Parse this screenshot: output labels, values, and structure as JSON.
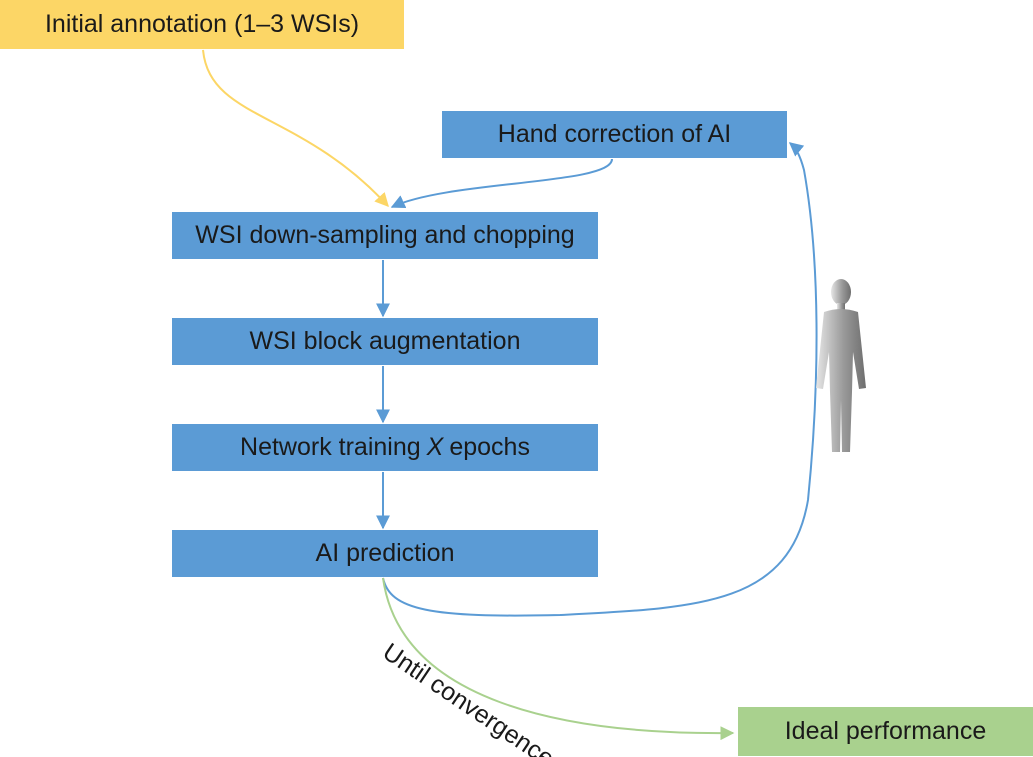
{
  "boxes": {
    "initial_annotation": "Initial annotation (1–3 WSIs)",
    "hand_correction": "Hand correction of AI",
    "wsi_downsampling": "WSI down-sampling and chopping",
    "wsi_block_augmentation": "WSI block augmentation",
    "network_training_prefix": "Network training",
    "network_training_var": "X",
    "network_training_suffix": "epochs",
    "ai_prediction": "AI prediction",
    "ideal_performance": "Ideal performance"
  },
  "edge_labels": {
    "until_convergence": "Until convergence"
  },
  "icons": {
    "human": "human-figure-icon"
  },
  "colors": {
    "blue_box": "#5b9bd5",
    "yellow_box": "#fcd666",
    "green_box": "#a9d18e",
    "blue_arrow": "#5b9bd5",
    "yellow_arrow": "#fcd666",
    "green_arrow": "#a9d18e",
    "human_dark": "#7f7f7f",
    "human_light": "#e6e6e6"
  }
}
